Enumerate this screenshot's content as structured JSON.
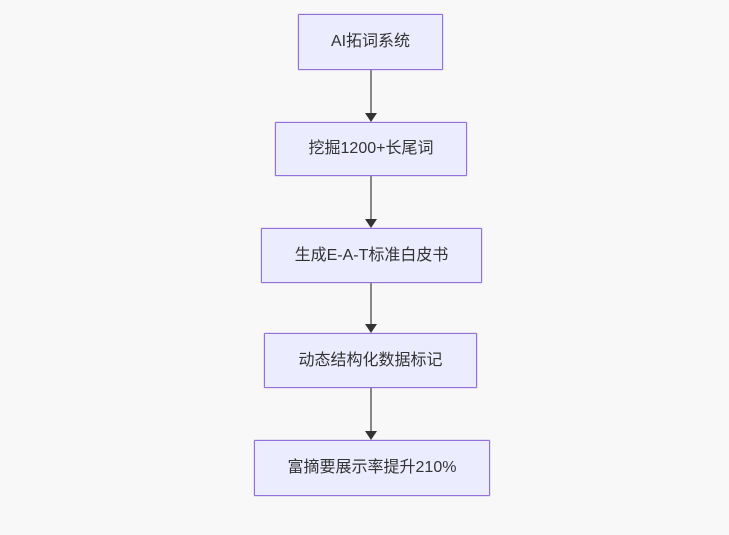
{
  "flowchart": {
    "type": "flowchart",
    "direction": "top-down",
    "nodes": [
      {
        "id": "A",
        "label": "AI拓词系统"
      },
      {
        "id": "B",
        "label": "挖掘1200+长尾词"
      },
      {
        "id": "C",
        "label": "生成E-A-T标准白皮书"
      },
      {
        "id": "D",
        "label": "动态结构化数据标记"
      },
      {
        "id": "E",
        "label": "富摘要展示率提升210%"
      }
    ],
    "edges": [
      {
        "from": "A",
        "to": "B",
        "arrow": "down"
      },
      {
        "from": "B",
        "to": "C",
        "arrow": "down"
      },
      {
        "from": "C",
        "to": "D",
        "arrow": "down"
      },
      {
        "from": "D",
        "to": "E",
        "arrow": "down"
      }
    ],
    "colors": {
      "background": "#f8f8f8",
      "node_fill": "#ECECFF",
      "node_border": "#9370DB",
      "node_text": "#333333",
      "edge_line": "#878787",
      "arrowhead": "#333333"
    }
  }
}
